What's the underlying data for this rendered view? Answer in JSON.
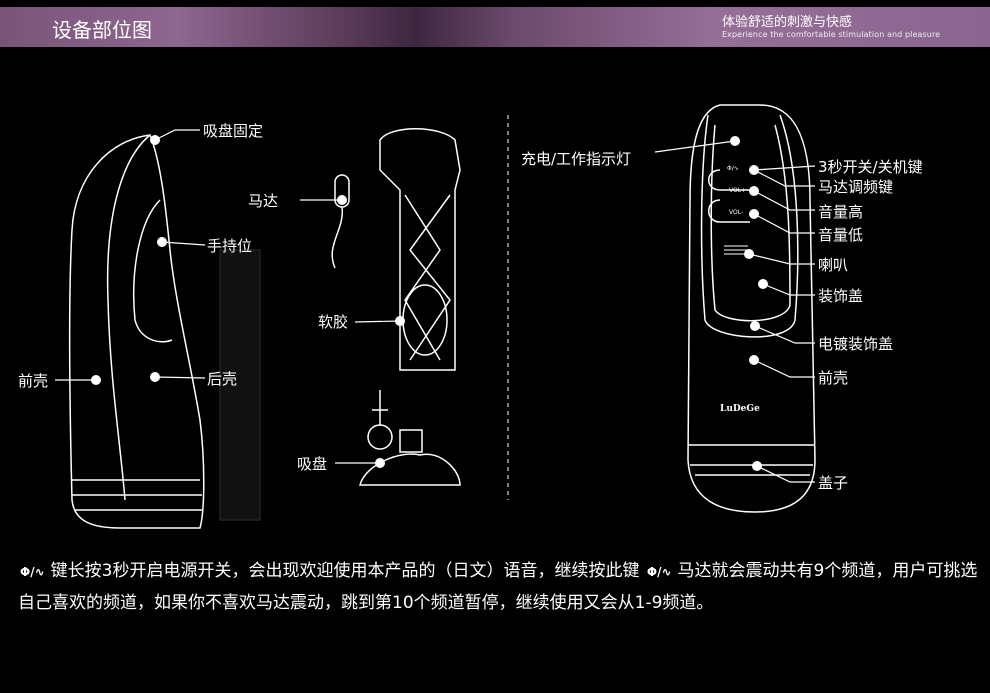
{
  "header": {
    "title": "设备部位图",
    "slogan": "体验舒适的刺激与快感",
    "slogan_en": "Experience the comfortable stimulation and pleasure"
  },
  "left_labels": {
    "suction_fix": "吸盘固定",
    "motor": "马达",
    "grip": "手持位",
    "soft_gel": "软胶",
    "front_shell": "前壳",
    "back_shell": "后壳",
    "suction_cup": "吸盘"
  },
  "right_labels": {
    "indicator": "充电/工作指示灯",
    "power_key": "3秒开关/关机键",
    "motor_freq_key": "马达调频键",
    "vol_up": "音量高",
    "vol_down": "音量低",
    "speaker": "喇叭",
    "deco_cover": "装饰盖",
    "plated_cover": "电镀装饰盖",
    "front_shell": "前壳",
    "cap": "盖子"
  },
  "device": {
    "brand": "LuDeGe",
    "btn_power": "Φ/∿",
    "btn_vol_up": "VOL+",
    "btn_vol_down": "VOL-"
  },
  "description": {
    "icon": "Φ/∿",
    "part1": "键长按3秒开启电源开关，会出现欢迎使用本产品的（日文）语音，继续按此键",
    "part2": "马达就会震动共有9个频道，用户可挑选自己喜欢的频道，如果你不喜欢马达震动，跳到第10个频道暂停，继续使用又会从1-9频道。"
  }
}
